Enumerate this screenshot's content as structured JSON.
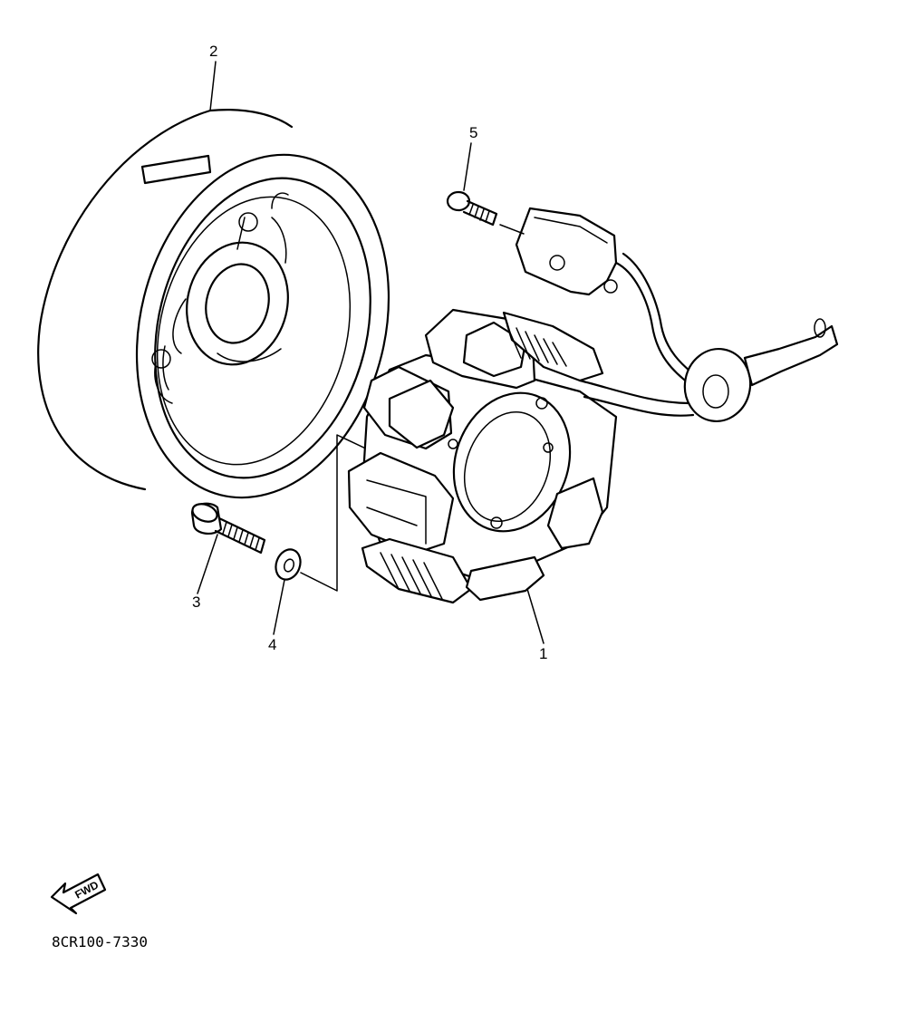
{
  "callouts": [
    {
      "id": "1",
      "label": "1"
    },
    {
      "id": "2",
      "label": "2"
    },
    {
      "id": "3",
      "label": "3"
    },
    {
      "id": "4",
      "label": "4"
    },
    {
      "id": "5",
      "label": "5"
    }
  ],
  "fwd_label": "FWD",
  "diagram_code": "8CR100-7330"
}
